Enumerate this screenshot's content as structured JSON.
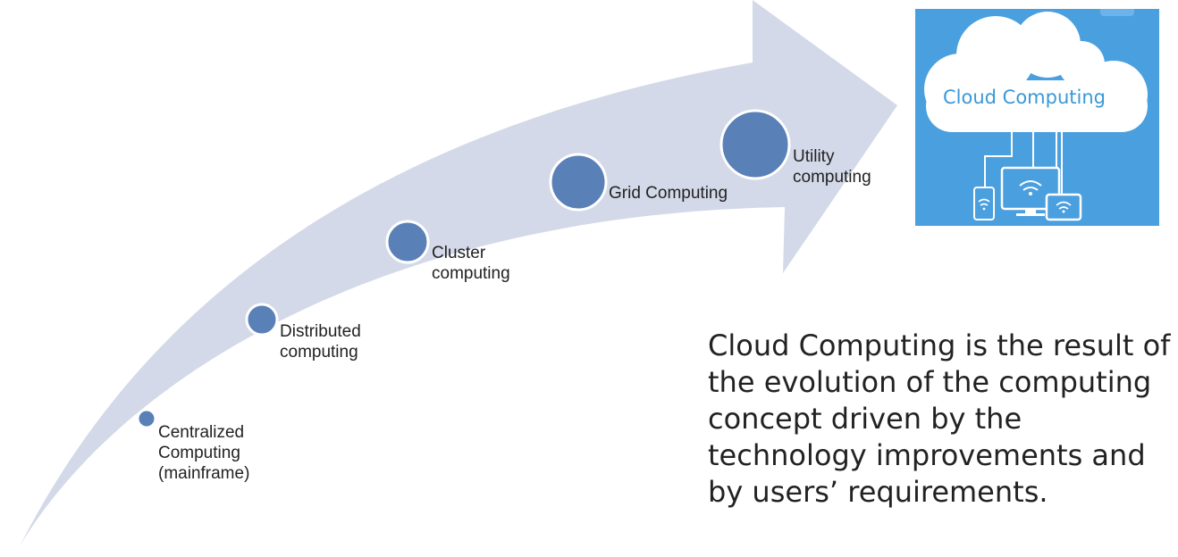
{
  "stages": [
    {
      "label": "Centralized\nComputing\n(mainframe)"
    },
    {
      "label": "Distributed\ncomputing"
    },
    {
      "label": "Cluster\ncomputing"
    },
    {
      "label": "Grid Computing"
    },
    {
      "label": "Utility\ncomputing"
    }
  ],
  "cloud_image": {
    "title": "Cloud Computing"
  },
  "summary": "Cloud Computing is the result of the evolution of the computing concept driven by the technology improvements and by users’ requirements.",
  "colors": {
    "arrow": "#d3d9e8",
    "node_fill": "#5a80b8",
    "node_ring": "#ffffff",
    "panel": "#4a9fdf",
    "cloud": "#ffffff",
    "cloud_text": "#3a98d8"
  }
}
